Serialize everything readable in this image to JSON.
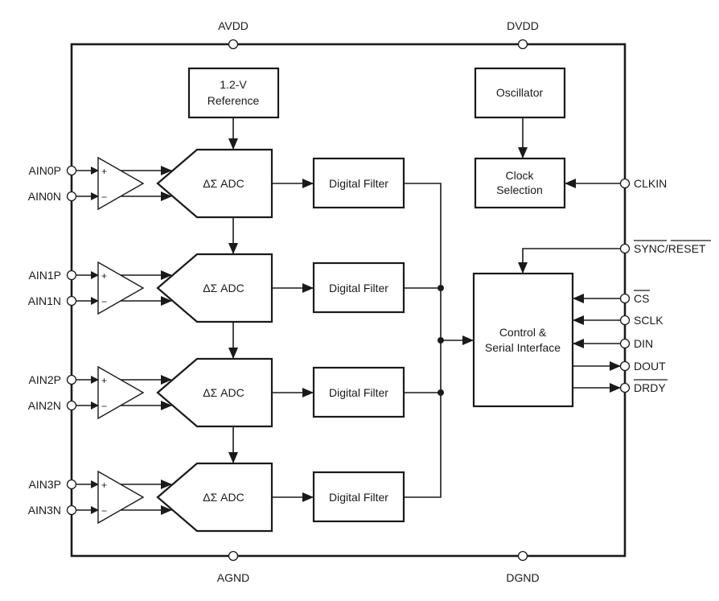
{
  "power_pins": {
    "avdd": "AVDD",
    "dvdd": "DVDD",
    "agnd": "AGND",
    "dgnd": "DGND"
  },
  "blocks": {
    "reference": [
      "1.2-V",
      "Reference"
    ],
    "oscillator": "Oscillator",
    "clock_selection": [
      "Clock",
      "Selection"
    ],
    "control": [
      "Control &",
      "Serial Interface"
    ]
  },
  "channels": [
    {
      "pos_pin": "AIN0P",
      "neg_pin": "AIN0N",
      "adc_label": "ΔΣ ADC",
      "filter_label": "Digital Filter"
    },
    {
      "pos_pin": "AIN1P",
      "neg_pin": "AIN1N",
      "adc_label": "ΔΣ ADC",
      "filter_label": "Digital Filter"
    },
    {
      "pos_pin": "AIN2P",
      "neg_pin": "AIN2N",
      "adc_label": "ΔΣ ADC",
      "filter_label": "Digital Filter"
    },
    {
      "pos_pin": "AIN3P",
      "neg_pin": "AIN3N",
      "adc_label": "ΔΣ ADC",
      "filter_label": "Digital Filter"
    }
  ],
  "amp_signs": {
    "plus": "+",
    "minus": "−"
  },
  "digital_pins": {
    "clkin": "CLKIN",
    "sync": "SYNC",
    "slash": "/",
    "reset": "RESET",
    "cs": "CS",
    "sclk": "SCLK",
    "din": "DIN",
    "dout": "DOUT",
    "drdy": "DRDY"
  }
}
